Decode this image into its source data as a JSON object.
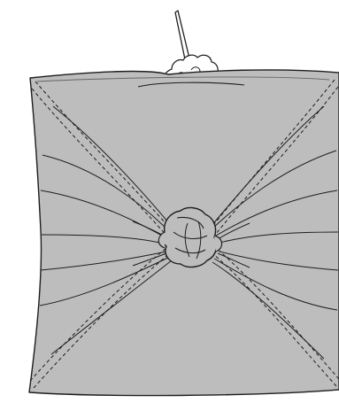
{
  "illustration": {
    "subject": "wrapped-bundle-diagram",
    "colors": {
      "cloth_fill": "#bdbdbd",
      "outline": "#1e1e1e",
      "content_fill": "#ffffff",
      "background": "#ffffff"
    },
    "parts": [
      "cloth-square",
      "corner-knot",
      "gathered-folds",
      "dashed-hem-stitching",
      "filling-contents",
      "protruding-stick"
    ]
  }
}
